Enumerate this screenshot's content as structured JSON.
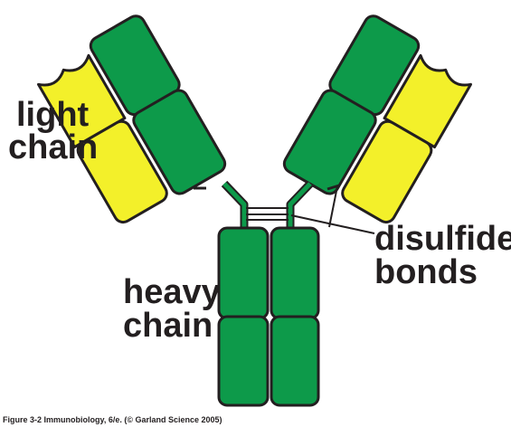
{
  "labels": {
    "light_chain_line1": "light",
    "light_chain_line2": "chain",
    "heavy_chain_line1": "heavy",
    "heavy_chain_line2": "chain",
    "disulfide_line1": "disulfide",
    "disulfide_line2": "bonds"
  },
  "caption": "Figure 3-2  Immunobiology, 6/e. (© Garland Science 2005)",
  "colors": {
    "heavy_chain": "#0d9a4a",
    "light_chain": "#f3f02a",
    "outline": "#231f20",
    "text": "#231f20"
  }
}
